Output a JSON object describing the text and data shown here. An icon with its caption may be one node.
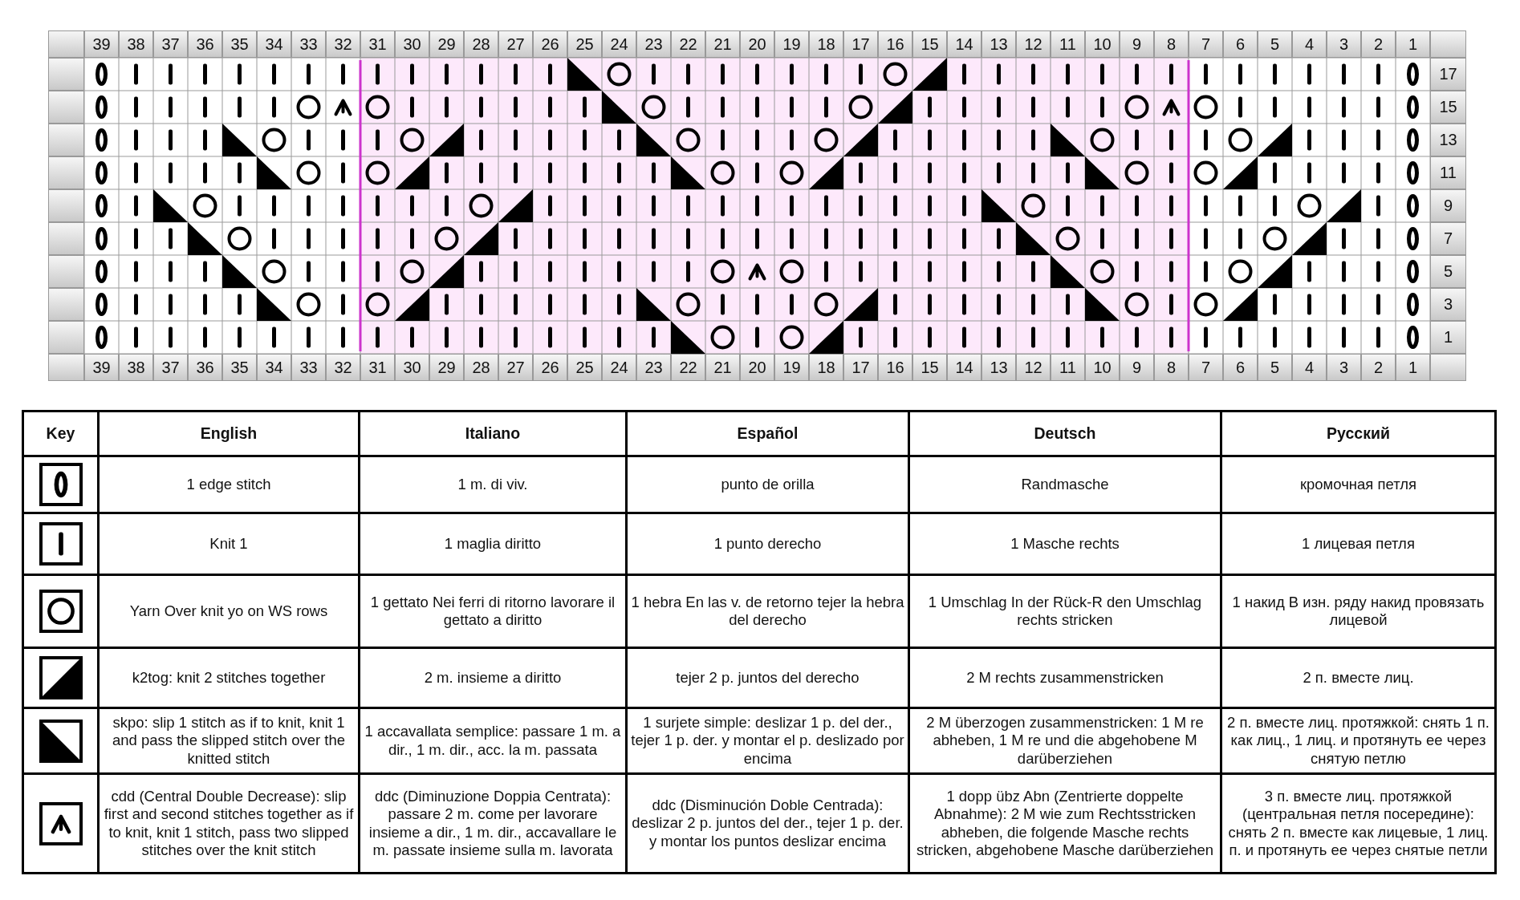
{
  "diagram": {
    "labels": [
      "39",
      "38",
      "37",
      "36",
      "35",
      "34",
      "33",
      "32",
      "31",
      "30",
      "29",
      "28",
      "27",
      "26",
      "25",
      "24",
      "23",
      "22",
      "21",
      "20",
      "19",
      "18",
      "17",
      "16",
      "15",
      "14",
      "13",
      "12",
      "11",
      "10",
      "9",
      "8",
      "7",
      "6",
      "5",
      "4",
      "3",
      "2",
      "1",
      "17",
      "15",
      "13",
      "11",
      "9",
      "7",
      "5",
      "3",
      "1",
      "39",
      "38",
      "37",
      "36",
      "35",
      "34",
      "33",
      "32",
      "31",
      "30",
      "29",
      "28",
      "27",
      "26",
      "25",
      "24",
      "23",
      "22",
      "21",
      "20",
      "19",
      "18",
      "17",
      "16",
      "15",
      "14",
      "13",
      "12",
      "11",
      "10",
      "9",
      "8",
      "7",
      "6",
      "5",
      "4",
      "3",
      "2",
      "1",
      "Key",
      "English",
      "Italiano",
      "Español",
      "Deutsch",
      "Русский",
      "1 edge stitch",
      "1 m. di viv.",
      "punto de orilla",
      "Randmasche",
      "кромочная петля",
      "Knit 1",
      "1 maglia diritto",
      "1 punto derecho",
      "1 Masche rechts",
      "1 лицевая петля",
      "Yarn Over knit yo on WS rows",
      "1 gettato Nei ferri di ritorno lavorare il gettato a diritto",
      "1 hebra En las v. de retorno tejer la hebra del derecho",
      "1 Umschlag In der Rück-R den Umschlag rechts stricken",
      "1 накид В изн. ряду накид провязать лицевой",
      "k2tog: knit 2 stitches together",
      "2 m. insieme a diritto",
      "tejer 2 p. juntos del derecho",
      "2 M rechts zusammenstricken",
      "2 п. вместе лиц.",
      "skpo: slip 1 stitch as if to knit, knit 1 and pass the slipped stitch over the knitted stitch",
      "1 accavallata semplice: passare 1 m. a dir., 1 m. dir., acc. la m. passata",
      "1 surjete simple: deslizar 1 p. del der., tejer 1 p. der. y montar el p. deslizado por encima",
      "2 M überzogen zusammenstricken: 1 M re abheben, 1 M re und die abgehobene M darüberziehen",
      "2 п. вместе лиц. протяжкой: снять 1 п. как лиц., 1 лиц. и протянуть ее через снятую петлю",
      "cdd (Central Double Decrease): slip first and second stitches together as if to knit, knit 1 stitch, pass two slipped stitches over the knit stitch",
      "ddc (Diminuzione Doppia Centrata): passare 2 m. come per lavorare insieme a dir., 1 m. dir., accavallare le m. passate insieme sulla m. lavorata",
      "ddc (Disminución Doble Centrada): deslizar 2 p. juntos del der., tejer 1 p. der. y montar los puntos deslizar encima",
      "1 dopp übz Abn (Zentrierte doppelte Abnahme): 2 M wie zum Rechtsstricken abheben, die folgende Masche rechts stricken, abgehobene Masche darüberziehen",
      "3 п. вместе лиц. протяжкой (центральная петля посередине): снять 2 п. вместе как лицевые, 1 лиц. п. и протянуть ее через снятые петли"
    ]
  }
}
